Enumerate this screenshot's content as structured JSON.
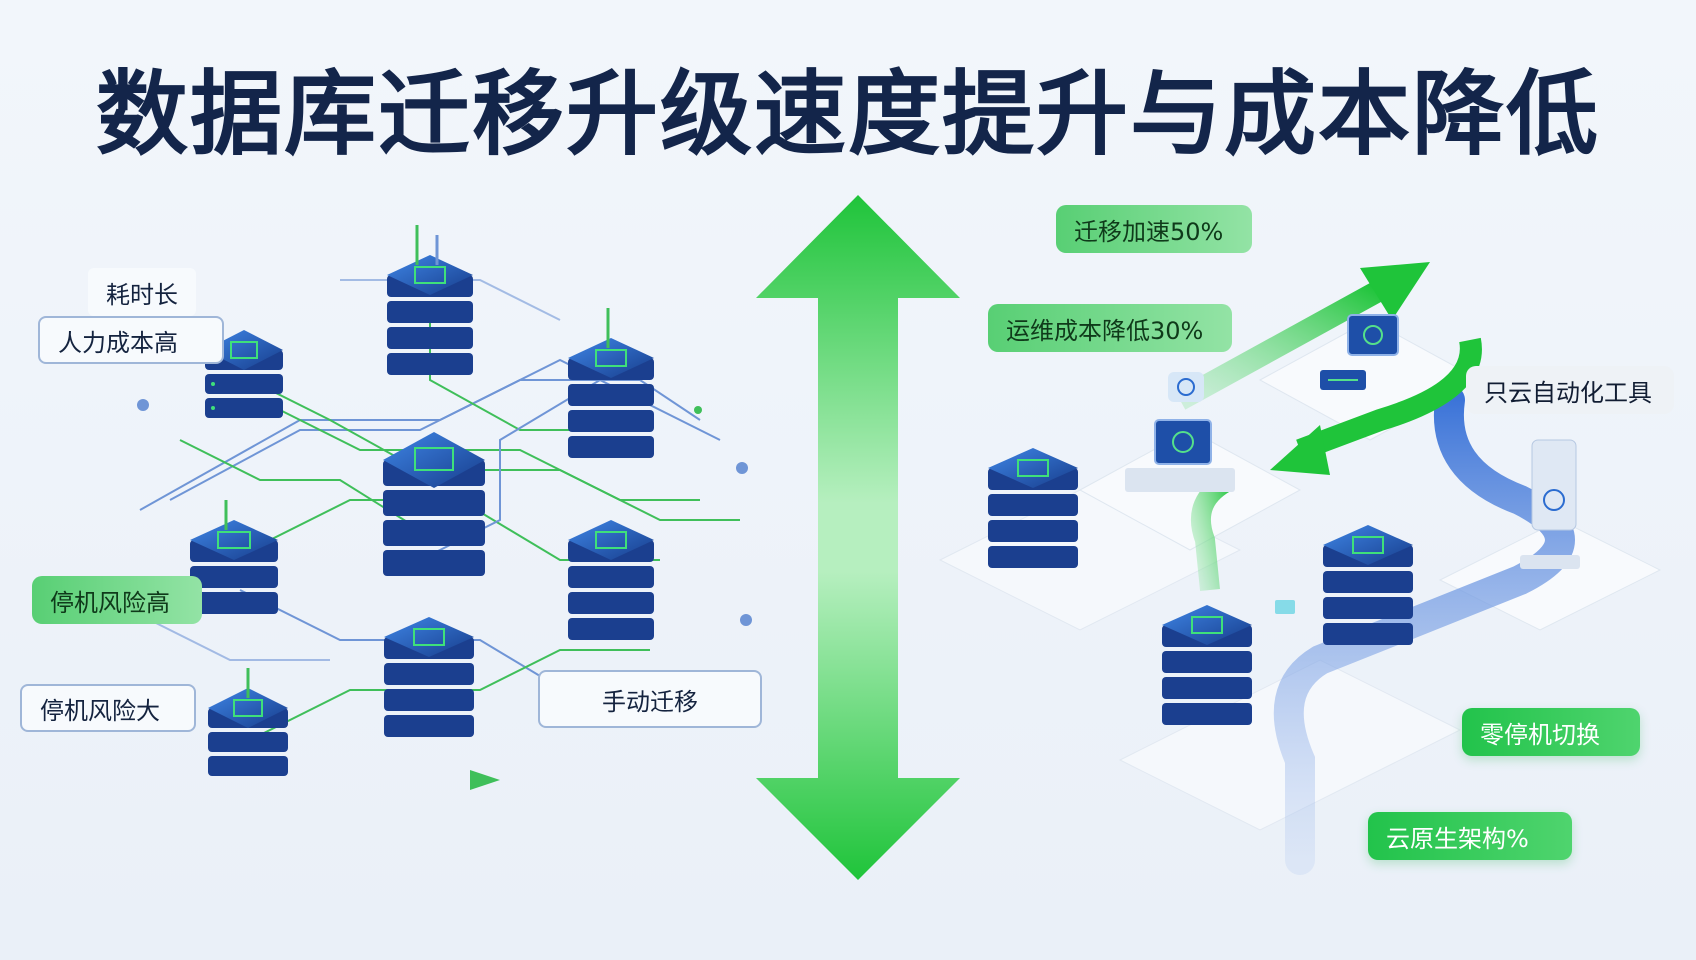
{
  "title": "数据库迁移升级速度提升与成本降低",
  "left_labels": {
    "time_long": "耗时长",
    "labor_cost": "人力成本高",
    "downtime_risk_green": "停机风险高",
    "downtime_risk": "停机风险大",
    "manual_migration": "手动迁移"
  },
  "right_labels": {
    "migration_speed": "迁移加速50%",
    "ops_cost": "运维成本降低30%",
    "cloud_tools": "只云自动化工具",
    "zero_downtime": "零停机切换",
    "cloud_native": "云原生架构%"
  },
  "colors": {
    "title": "#13254a",
    "arrow_green": "#22c83a",
    "server_blue": "#1b3f8f",
    "server_top": "#2a64c9",
    "circuit_green": "#3fbf5a",
    "circuit_blue": "#6f95d6"
  }
}
